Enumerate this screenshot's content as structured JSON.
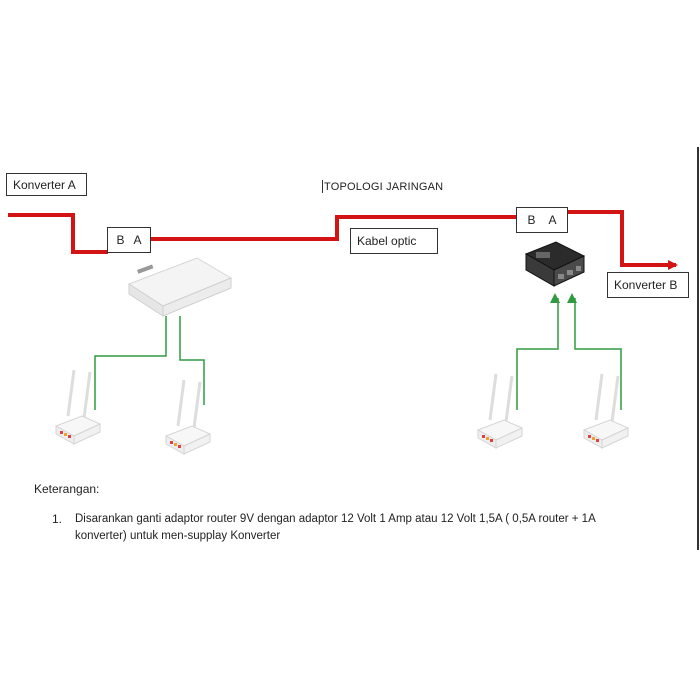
{
  "diagram": {
    "title": "TOPOLOGI JARINGAN",
    "labels": {
      "konverter_a": "Konverter A",
      "konverter_b": "Konverter B",
      "kabel_optic": "Kabel optic"
    },
    "port_box_left": {
      "b": "B",
      "a": "A"
    },
    "port_box_right": {
      "b": "B",
      "a": "A"
    },
    "colors": {
      "fiber": "#d21414",
      "lan": "#2e9b3e",
      "arrow_up": "#2e9b3e"
    },
    "icons": {
      "switch": "network-switch-icon",
      "router": "wifi-router-icon",
      "media_converter": "media-converter-icon"
    }
  },
  "notes": {
    "heading": "Keterangan:",
    "items": [
      {
        "number": "1.",
        "line1": "Disarankan ganti adaptor router 9V dengan adaptor 12 Volt 1 Amp atau 12 Volt 1,5A  ( 0,5A router + 1A",
        "line2": "konverter) untuk men-supplay Konverter"
      }
    ]
  }
}
